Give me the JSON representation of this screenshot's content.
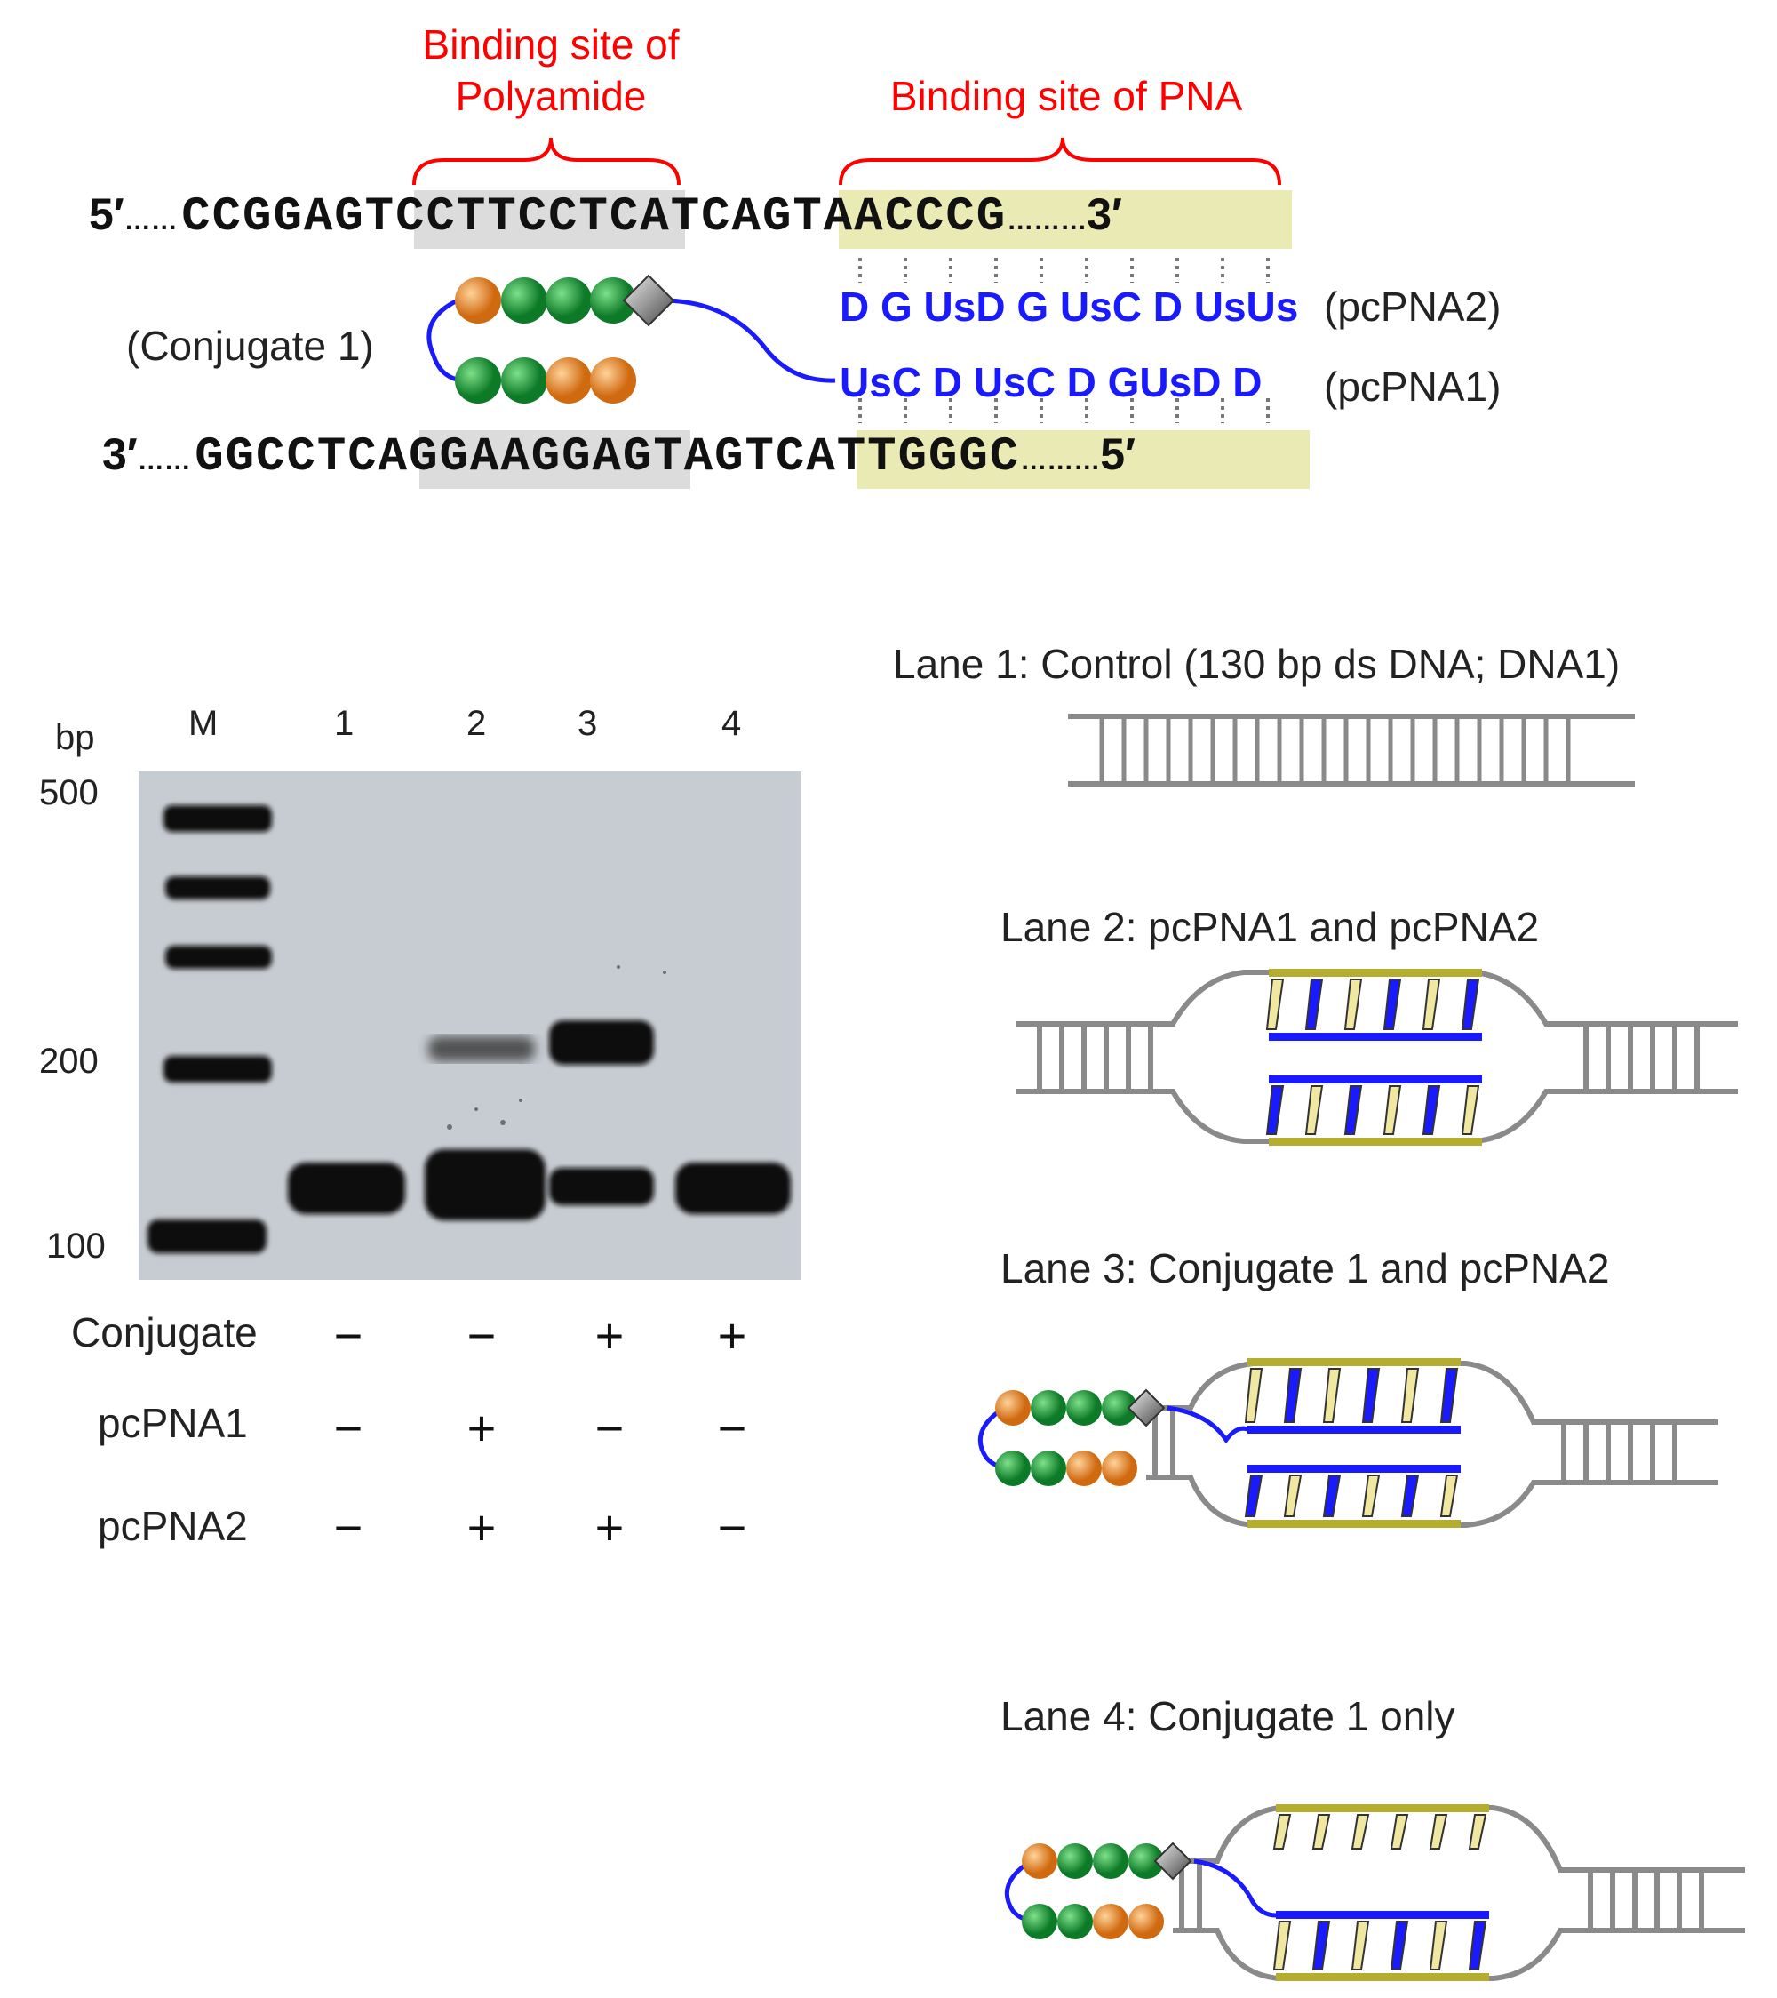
{
  "labels": {
    "polyamide_site": "Binding site of\nPolyamide",
    "pna_site": "Binding site of PNA",
    "conjugate": "(Conjugate 1)",
    "pcpna2": "(pcPNA2)",
    "pcpna1": "(pcPNA1)"
  },
  "sequences": {
    "top": {
      "five": "5′",
      "flank_left": "CCGG",
      "poly": "AGTCCT",
      "mid": "TCC",
      "pna": "TCATCAGTAA",
      "flank_right": "CCCG",
      "three": "3′"
    },
    "bottom": {
      "three": "3′",
      "flank_left": "GGCC",
      "poly": "TCAGGA",
      "mid": "AGG",
      "pna": "AGTAGTCATT",
      "flank_right": "GGGC",
      "five": "5′"
    },
    "pcpna2": "D G UsD G UsC D UsUs",
    "pcpna1": "UsC D UsC D GUsD D"
  },
  "gel": {
    "bp_label": "bp",
    "lane_headers": [
      "M",
      "1",
      "2",
      "3",
      "4"
    ],
    "markers": [
      "500",
      "200",
      "100"
    ],
    "rows": [
      {
        "label": "Conjugate",
        "signs": [
          "−",
          "−",
          "+",
          "+"
        ]
      },
      {
        "label": "pcPNA1",
        "signs": [
          "−",
          "+",
          "−",
          "−"
        ]
      },
      {
        "label": "pcPNA2",
        "signs": [
          "−",
          "+",
          "+",
          "−"
        ]
      }
    ]
  },
  "lanes": {
    "lane1": "Lane 1: Control (130 bp ds DNA; DNA1)",
    "lane2": "Lane 2: pcPNA1 and pcPNA2",
    "lane3": "Lane 3: Conjugate 1 and pcPNA2",
    "lane4": "Lane 4: Conjugate 1 only"
  },
  "colors": {
    "red": "#ff0000",
    "blue": "#1a1aff",
    "gray_box": "#dcdcdc",
    "yellow_box": "#eaeab4",
    "bead_orange": "#e8892a",
    "bead_green": "#1a9a3a",
    "dna_gray": "#8a8a8a",
    "olive": "#b5ad2e"
  }
}
